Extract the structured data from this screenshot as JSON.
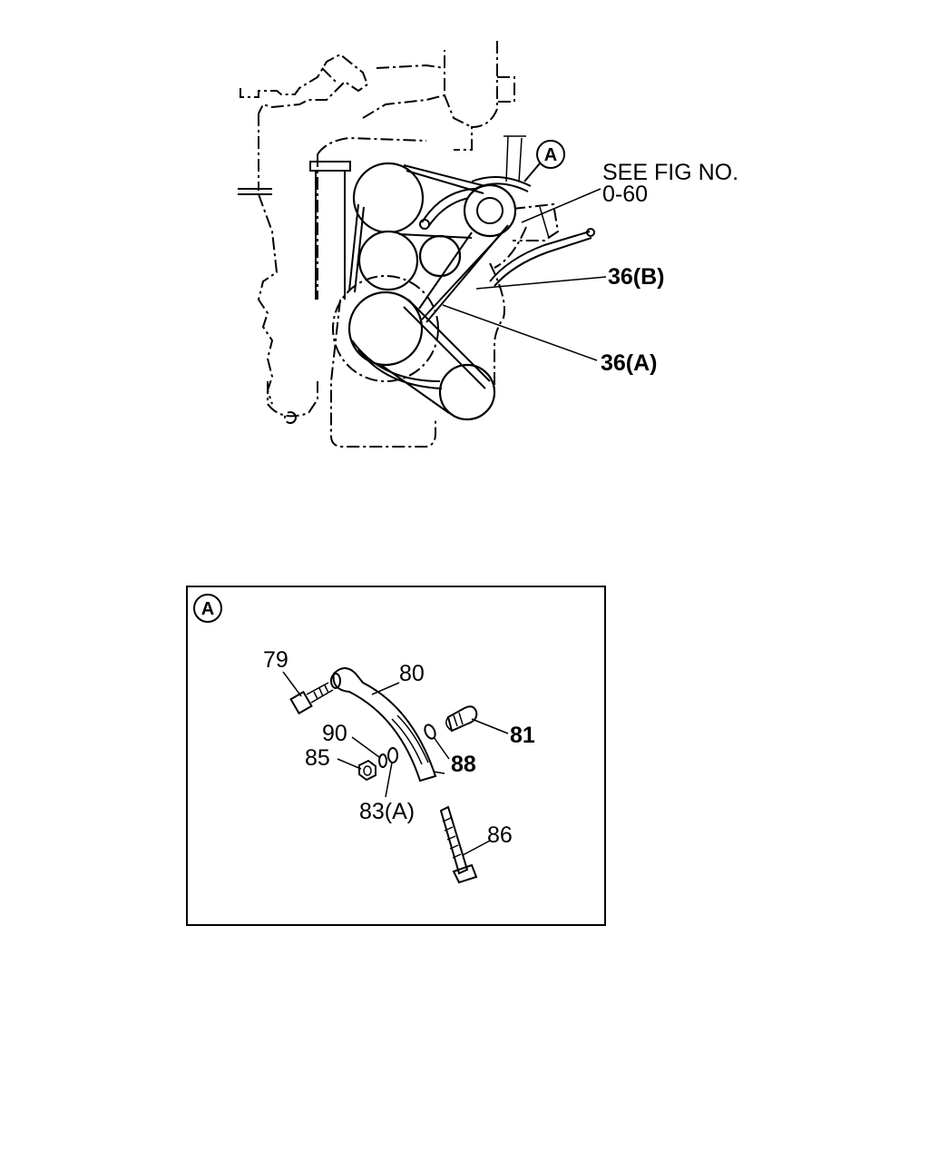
{
  "top_view": {
    "marker": "A",
    "see_fig_line1": "SEE FIG NO.",
    "see_fig_line2": "0-60",
    "label_36b": "36(B)",
    "label_36a": "36(A)"
  },
  "detail_box": {
    "marker": "A",
    "parts": {
      "p79": "79",
      "p80": "80",
      "p81": "81",
      "p90": "90",
      "p88": "88",
      "p85": "85",
      "p83a": "83(A)",
      "p86": "86"
    }
  }
}
